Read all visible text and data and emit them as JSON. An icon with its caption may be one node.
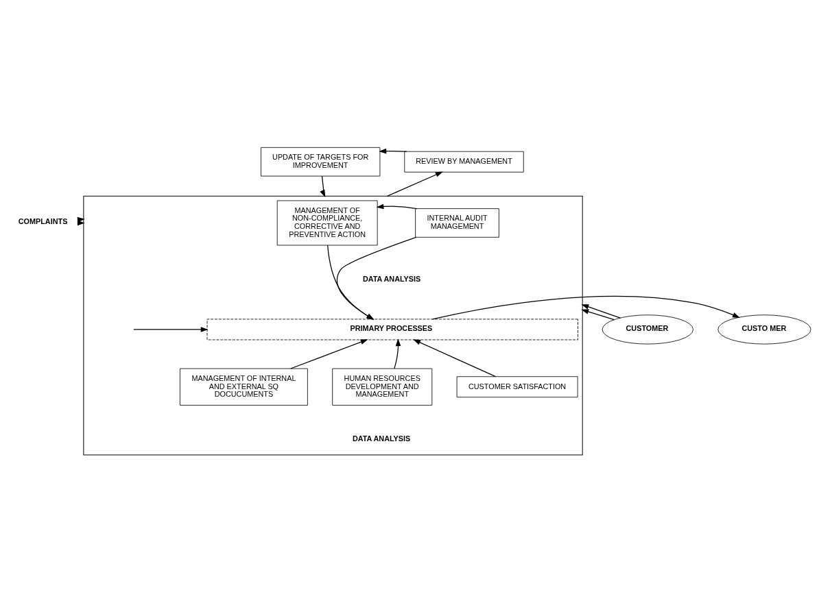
{
  "diagram": {
    "nodes": [
      {
        "text": [
          "UPDATE OF TARGETS FOR IMPROVEMENT"
        ]
      },
      {
        "text": [
          "REVIEW BY MANAGEMENT"
        ]
      },
      {
        "text": [],
        "shape": "box"
      },
      {
        "text": [
          "MANAGEMENT OF NON-COMPLIANCE, CORRECTIVE AND PREVENTIVE ACTION"
        ],
        "in": 2
      },
      {
        "text": [
          "INTERNAL AUDIT MANAGEMENT"
        ],
        "in": 2
      },
      {
        "text": [
          "PRIMARY PROCESSES"
        ],
        "in": 2
      },
      {
        "text": [
          "MANAGEMENT OF INTERNAL AND EXTERNAL SQ DOCUCUMENTS"
        ],
        "in": 2
      },
      {
        "text": [
          "HUMAN RESOURCES DEVELOPMENT AND MANAGEMENT"
        ],
        "in": 2
      },
      {
        "text": [
          "CUSTOMER SATISFACTION"
        ],
        "in": 2
      },
      {
        "text": [
          "COMPLAINTS"
        ]
      },
      {
        "text": [
          "CUSTOMER"
        ]
      },
      {
        "text": [
          "CUSTO MER"
        ]
      }
    ],
    "edges": [
      {
        "from": 1,
        "to": 0,
        "arrow": "to"
      },
      {
        "from": 0,
        "to": 2,
        "arrow": "to"
      },
      {
        "from": 2,
        "to": 1,
        "arrow": "to"
      },
      {
        "from": 4,
        "to": 3,
        "arrow": "to"
      },
      {
        "from": 9,
        "to": 2,
        "arrow": "to"
      },
      {
        "from": 9,
        "to": 2,
        "arrow": "to"
      },
      {
        "from": 3,
        "to": 5,
        "arrow": "to"
      },
      {
        "from": 4,
        "to": 5,
        "arrow": "to"
      },
      {
        "from": 10,
        "to": 2,
        "arrow": "to"
      },
      {
        "from": 10,
        "to": 2,
        "arrow": "to"
      },
      {
        "from": null,
        "to": 5,
        "arrow": "to"
      },
      {
        "from": 5,
        "to": 11,
        "arrow": "to"
      },
      {
        "from": 6,
        "to": 5,
        "arrow": "to"
      },
      {
        "from": 7,
        "to": 5,
        "arrow": "to"
      },
      {
        "from": 8,
        "to": 5,
        "arrow": "to"
      }
    ],
    "labels": [
      "DATA ANALYSIS",
      "DATA ANALYSIS"
    ]
  }
}
